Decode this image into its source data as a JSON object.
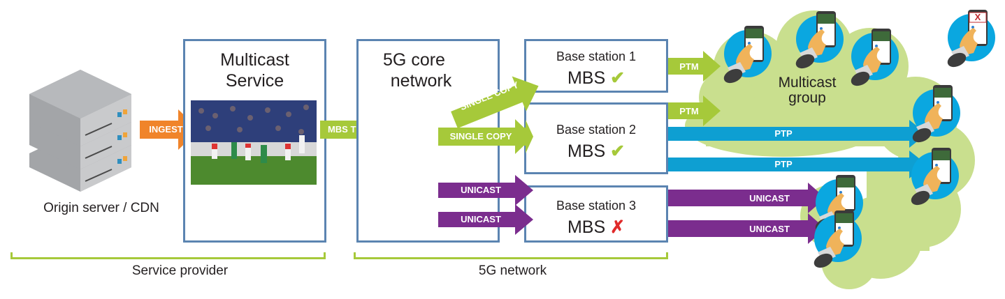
{
  "colors": {
    "box_border": "#5b84b1",
    "green": "#a6c93a",
    "orange": "#f0842a",
    "purple": "#7b2d8e",
    "blue": "#0e9fd2",
    "cloud": "#c9df8e",
    "check": "#a6c93a",
    "cross": "#e02a2a"
  },
  "origin": {
    "label": "Origin server / CDN",
    "icon": "server-stack-icon"
  },
  "ingest_arrow": {
    "label": "INGEST"
  },
  "multicast_service": {
    "title_line1": "Multicast",
    "title_line2": "Service",
    "image": "soccer-match-image"
  },
  "mbs_traffic_arrow": {
    "label": "MBS TRAFFIC"
  },
  "core_network": {
    "title_line1": "5G core",
    "title_line2": "network"
  },
  "core_arrows": [
    {
      "label": "SINGLE COPY",
      "to": "Base station 1",
      "type": "single-copy"
    },
    {
      "label": "SINGLE COPY",
      "to": "Base station 2",
      "type": "single-copy"
    },
    {
      "label": "UNICAST",
      "to": "Base station 3",
      "type": "unicast"
    },
    {
      "label": "UNICAST",
      "to": "Base station 3",
      "type": "unicast"
    }
  ],
  "base_stations": [
    {
      "title": "Base station 1",
      "mbs": "MBS",
      "status": "✔",
      "supported": true
    },
    {
      "title": "Base station 2",
      "mbs": "MBS",
      "status": "✔",
      "supported": true
    },
    {
      "title": "Base station 3",
      "mbs": "MBS",
      "status": "✗",
      "supported": false
    }
  ],
  "delivery_arrows": [
    {
      "label": "PTM",
      "from": "Base station 1"
    },
    {
      "label": "PTM",
      "from": "Base station 2"
    },
    {
      "label": "PTP",
      "from": "Base station 2"
    },
    {
      "label": "PTP",
      "from": "Base station 2"
    },
    {
      "label": "UNICAST",
      "from": "Base station 3"
    },
    {
      "label": "UNICAST",
      "from": "Base station 3"
    }
  ],
  "multicast_group": {
    "label_line1": "Multicast",
    "label_line2": "group"
  },
  "excluded_device": {
    "badge": "X"
  },
  "brackets": [
    {
      "label": "Service provider"
    },
    {
      "label": "5G network"
    }
  ]
}
